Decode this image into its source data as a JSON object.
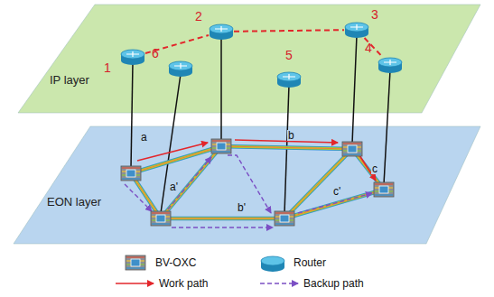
{
  "diagram": {
    "nodes": [
      {
        "text": [
          "IP layer"
        ]
      },
      {
        "text": [
          "1"
        ],
        "in": 0
      },
      {
        "text": [
          "2"
        ],
        "in": 0
      },
      {
        "text": [
          "3"
        ],
        "in": 0
      },
      {
        "text": [
          "4"
        ],
        "in": 0
      },
      {
        "text": [
          "5"
        ],
        "in": 0
      },
      {
        "text": [
          "6"
        ],
        "in": 0
      },
      {
        "text": [
          "EON layer"
        ]
      }
    ],
    "edges": [
      {
        "from": 1,
        "to": 2,
        "arrow": "none"
      },
      {
        "from": 2,
        "to": 3,
        "arrow": "none"
      },
      {
        "from": 3,
        "to": 4,
        "arrow": "none"
      }
    ],
    "labels": [
      "a",
      "b",
      "c",
      "a'",
      "b'",
      "c'"
    ],
    "legend": [
      {
        "text": "BV-OXC"
      },
      {
        "text": "Router"
      },
      {
        "text": "Work path"
      },
      {
        "text": "Backup path"
      }
    ]
  }
}
